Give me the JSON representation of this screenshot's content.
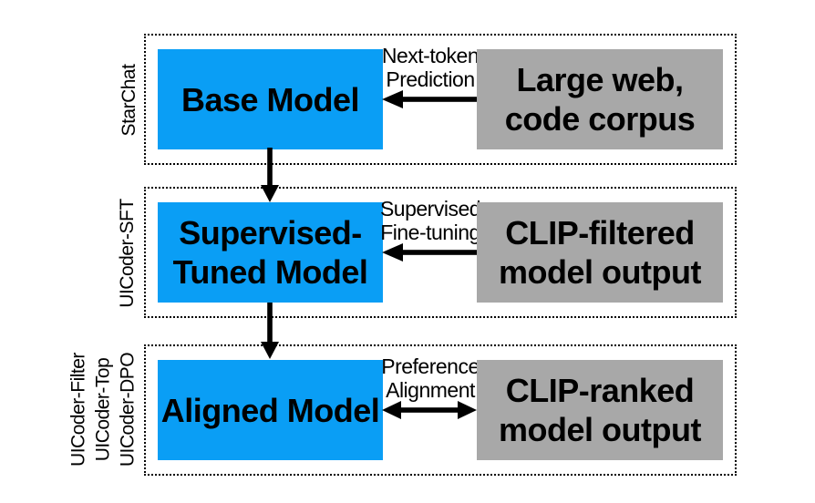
{
  "colors": {
    "model_box_fill": "#0a9ef5",
    "data_box_fill": "#a8a8a8",
    "frame_border": "#000000",
    "arrow": "#000000",
    "text": "#000000"
  },
  "stages": [
    {
      "frame_labels": [
        "StarChat"
      ],
      "model_box": {
        "lines": [
          "Base Model"
        ]
      },
      "data_box": {
        "lines": [
          "Large web,",
          "code corpus"
        ]
      },
      "arrow": {
        "label_lines": [
          "Next-token",
          "Prediction"
        ],
        "direction": "left",
        "icon": "arrow-left"
      }
    },
    {
      "frame_labels": [
        "UICoder-SFT"
      ],
      "model_box": {
        "lines": [
          "Supervised-",
          "Tuned Model"
        ]
      },
      "data_box": {
        "lines": [
          "CLIP-filtered",
          "model output"
        ]
      },
      "arrow": {
        "label_lines": [
          "Supervised",
          "Fine-tuning"
        ],
        "direction": "left",
        "icon": "arrow-left"
      }
    },
    {
      "frame_labels": [
        "UICoder-Filter",
        "UICoder-Top",
        "UICoder-DPO"
      ],
      "model_box": {
        "lines": [
          "Aligned Model"
        ]
      },
      "data_box": {
        "lines": [
          "CLIP-ranked",
          "model output"
        ]
      },
      "arrow": {
        "label_lines": [
          "Preference",
          "Alignment"
        ],
        "direction": "both",
        "icon": "arrow-both"
      }
    }
  ],
  "flow_arrows": [
    {
      "from": "Base Model",
      "to": "Supervised-Tuned Model",
      "icon": "arrow-down"
    },
    {
      "from": "Supervised-Tuned Model",
      "to": "Aligned Model",
      "icon": "arrow-down"
    }
  ]
}
